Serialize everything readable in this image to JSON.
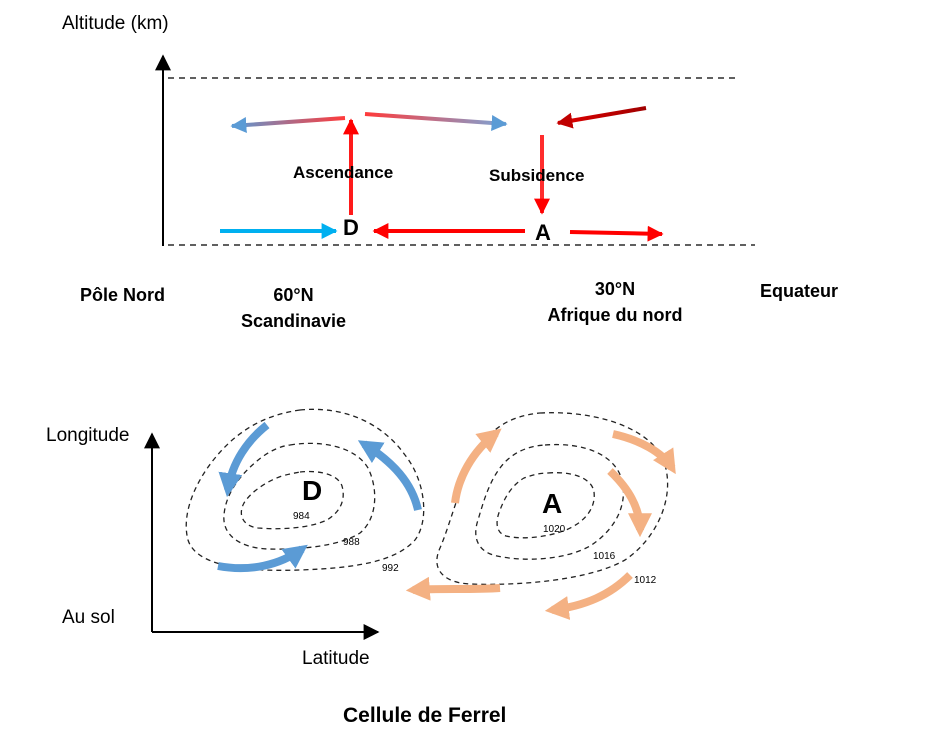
{
  "top_diagram": {
    "y_axis_label": "Altitude (km)",
    "ascendance_label": "Ascendance",
    "subsidence_label": "Subsidence",
    "low_letter": "D",
    "high_letter": "A",
    "places": [
      {
        "lat": "",
        "name": "Pôle Nord"
      },
      {
        "lat": "60°N",
        "name": "Scandinavie"
      },
      {
        "lat": "30°N",
        "name": "Afrique du nord"
      },
      {
        "lat": "",
        "name": "Equateur"
      }
    ]
  },
  "bottom_diagram": {
    "y_axis_label": "Longitude",
    "ground_label": "Au sol",
    "x_axis_label": "Latitude",
    "low": {
      "letter": "D",
      "isobars": [
        "984",
        "988",
        "992"
      ]
    },
    "high": {
      "letter": "A",
      "isobars": [
        "1020",
        "1016",
        "1012"
      ]
    }
  },
  "caption": "Cellule de Ferrel",
  "colors": {
    "red": "#ff0000",
    "dark_red": "#b00000",
    "cyan": "#00b0f0",
    "blue": "#5b9bd5",
    "orange": "#f4b183"
  }
}
